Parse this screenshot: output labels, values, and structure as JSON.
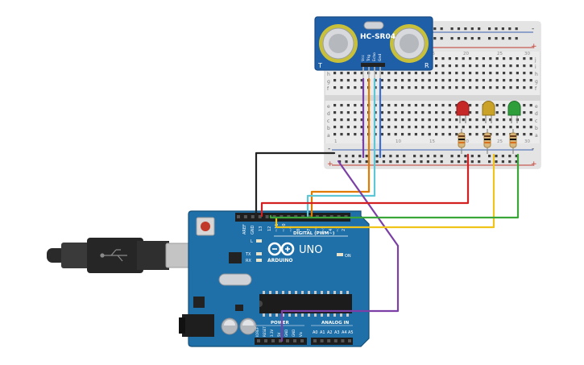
{
  "sensor": {
    "model": "HC-SR04",
    "pins": [
      "Vcc",
      "Trig",
      "Echo",
      "Gnd"
    ]
  },
  "arduino": {
    "brand": "ARDUINO",
    "model": "UNO",
    "digital_label": "DIGITAL (PWM~)",
    "power_label": "POWER",
    "analog_label": "ANALOG IN",
    "on_label": "ON",
    "l_label": "L",
    "tx_label": "TX",
    "rx_label": "RX",
    "aref_label": "AREF",
    "gnd_label": "GND",
    "pin13_label": "13",
    "digital_pins": [
      "12",
      "~11",
      "~10",
      "~9",
      "8",
      "7",
      "~6",
      "~5",
      "4",
      "~3",
      "2",
      "TX 1",
      "RX 0"
    ],
    "power_pins": [
      "IOREF",
      "RESET",
      "3.3V",
      "5V",
      "GND",
      "GND",
      "Vin"
    ],
    "analog_pins": [
      "A0",
      "A1",
      "A2",
      "A3",
      "A4",
      "A5"
    ]
  },
  "breadboard": {
    "row_letters_top": [
      "j",
      "i",
      "h",
      "g",
      "f"
    ],
    "row_letters_bottom": [
      "e",
      "d",
      "c",
      "b",
      "a"
    ],
    "column_numbers": [
      "1",
      "5",
      "10",
      "15",
      "20",
      "25",
      "30"
    ],
    "rail_plus": "+",
    "rail_minus": "-"
  },
  "leds": [
    {
      "name": "red",
      "color": "#c62828"
    },
    {
      "name": "yellow",
      "color": "#c9a227"
    },
    {
      "name": "green",
      "color": "#2e9e3a"
    }
  ],
  "wire_colors": {
    "black": "#222222",
    "orange": "#e07b00",
    "cyan": "#5fc6d6",
    "purple": "#7b3fa6",
    "blue": "#3b6fd1",
    "red": "#d32020",
    "yellow": "#f0c419",
    "green": "#3aa63a"
  }
}
